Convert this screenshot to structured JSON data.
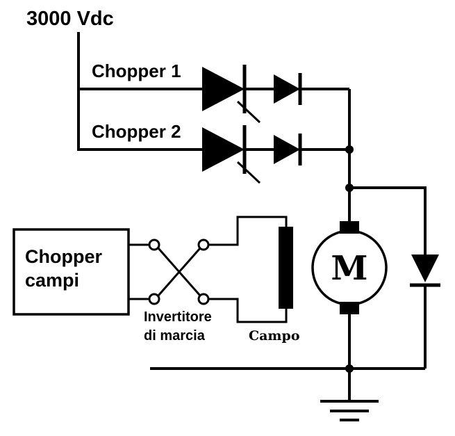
{
  "labels": {
    "supply": "3000 Vdc",
    "chopper1": "Chopper 1",
    "chopper2": "Chopper 2",
    "field_chopper_line1": "Chopper",
    "field_chopper_line2": "campi",
    "reverser_line1": "Invertitore",
    "reverser_line2": "di marcia",
    "field": "Campo",
    "motor": "M"
  },
  "colors": {
    "stroke": "#000000",
    "background": "#ffffff"
  }
}
